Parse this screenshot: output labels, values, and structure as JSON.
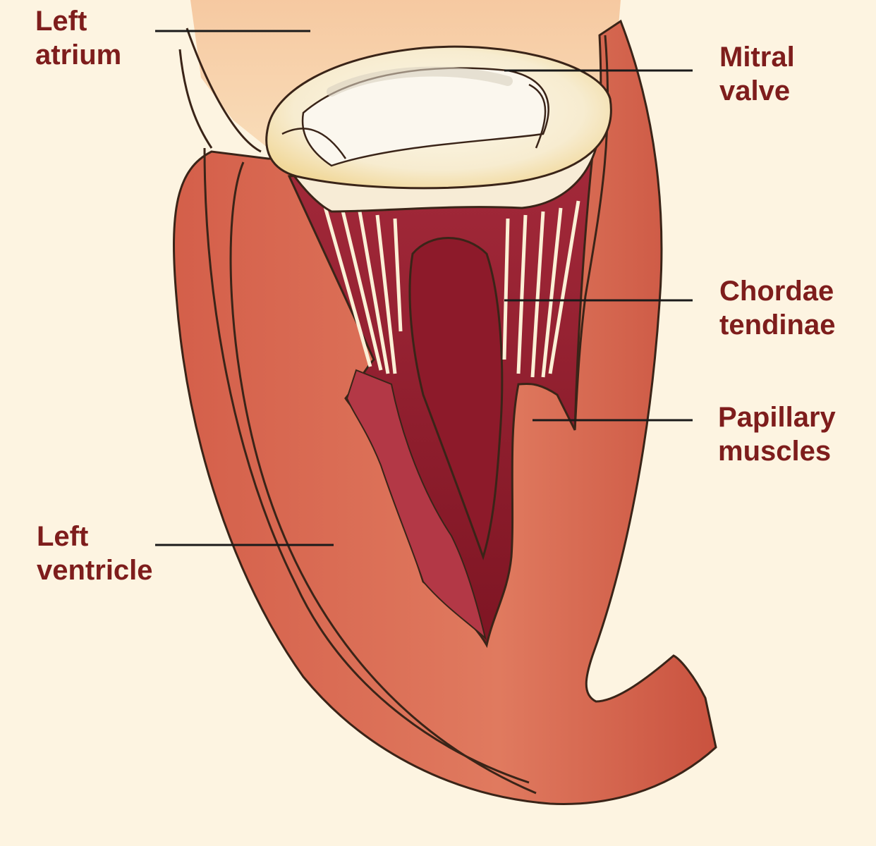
{
  "colors": {
    "background": "#fdf4e1",
    "label_text": "#7e1d1c",
    "leader_line": "#1a1a1a",
    "muscle": "#cf5c48",
    "muscle_dark": "#9b2430",
    "atrium": "#f4c79c",
    "valve": "#fbf3dc",
    "outline": "#3a2418"
  },
  "labels": {
    "left_atrium": {
      "line1": "Left",
      "line2": "atrium"
    },
    "mitral_valve": {
      "line1": "Mitral",
      "line2": "valve"
    },
    "chordae_tendinae": {
      "line1": "Chordae",
      "line2": "tendinae"
    },
    "papillary_muscles": {
      "line1": "Papillary",
      "line2": "muscles"
    },
    "left_ventricle": {
      "line1": "Left",
      "line2": "ventricle"
    }
  }
}
